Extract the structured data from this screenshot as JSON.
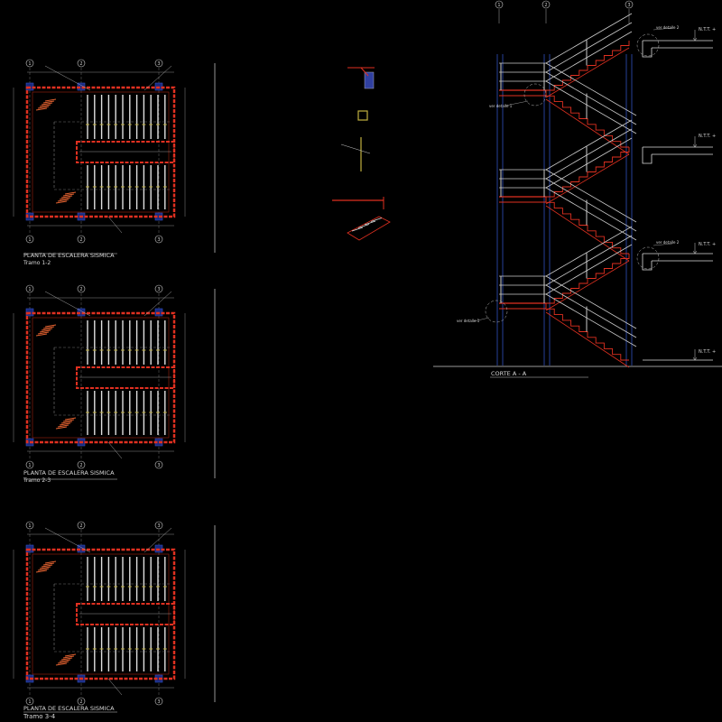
{
  "plans": [
    {
      "title": "PLANTA DE ESCALERA SISMICA",
      "subtitle": "Tramo 1-2"
    },
    {
      "title": "PLANTA DE ESCALERA SISMICA",
      "subtitle": "Tramo 2-3"
    },
    {
      "title": "PLANTA DE ESCALERA SISMICA",
      "subtitle": "Tramo 3-4"
    }
  ],
  "grid_labels": [
    "1",
    "2",
    "3"
  ],
  "section": {
    "title": "CORTE A - A",
    "level_label": "N.T.T. +",
    "detail_labels": [
      "ver detalle 2",
      "ver detalle 1",
      "ver detalle 2",
      "ver detalle 1"
    ]
  },
  "colors": {
    "background": "#000000",
    "structure": "#e03020",
    "rail": "#c8c8c8",
    "column": "#3050c0",
    "text": "#d8d8d8"
  }
}
